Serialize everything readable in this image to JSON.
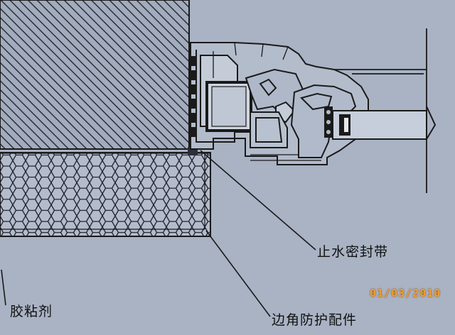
{
  "labels": {
    "water_seal_strip": "止水密封带",
    "adhesive": "胶粘剂",
    "corner_protector": "边角防护配件"
  },
  "date_stamp": "01/03/2010",
  "colors": {
    "background": "#a9b3c4",
    "line": "#1a1a1a",
    "hatch": "#2a2f3a",
    "stamp": "#f0a030"
  }
}
